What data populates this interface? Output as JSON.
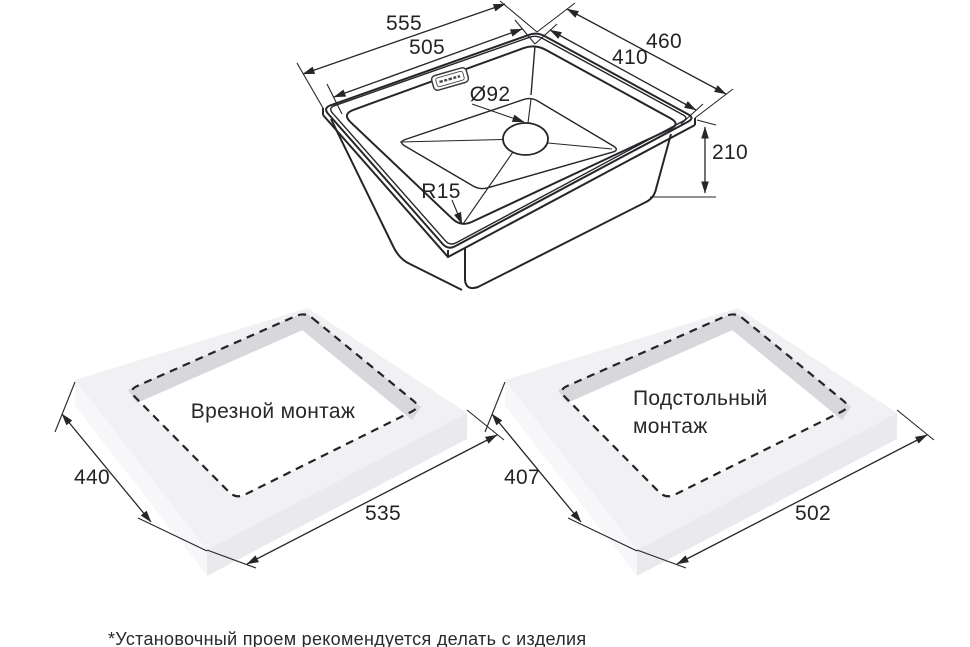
{
  "colors": {
    "line": "#26262a",
    "text": "#232326",
    "slab_top": "#f1f1f4",
    "slab_side_left": "#f7f7f9",
    "slab_side_right": "#eaeaee",
    "cutout_wall": "#d8d8dc",
    "background": "#ffffff"
  },
  "sink_view": {
    "outer_width": "555",
    "opening_width": "505",
    "outer_depth": "460",
    "opening_depth": "410",
    "drain_diameter": "Ø92",
    "corner_radius": "R15",
    "bowl_height": "210",
    "badge_icon": "brand-badge"
  },
  "mounts": [
    {
      "type_label": "Врезной монтаж",
      "cutout_depth": "440",
      "cutout_width": "535"
    },
    {
      "type_label": "Подстольный монтаж",
      "type_label_line1": "Подстольный",
      "type_label_line2": "монтаж",
      "cutout_depth": "407",
      "cutout_width": "502"
    }
  ],
  "footnote": "*Установочный проем рекомендуется делать с изделия"
}
